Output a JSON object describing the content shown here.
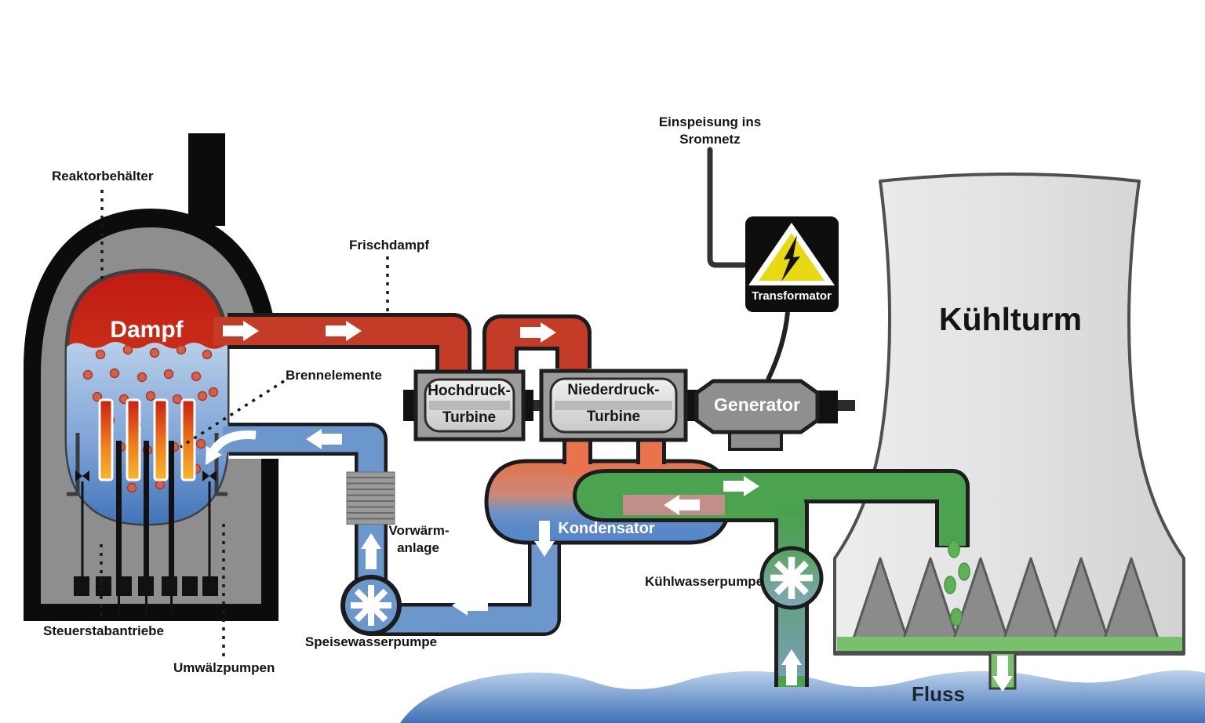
{
  "diagram": {
    "type": "nuclear-power-plant-schematic",
    "reactor": {
      "vessel_label": "Reaktorbehälter",
      "steam_label": "Dampf",
      "fuel_label": "Brennelemente",
      "control_rod_drives_label": "Steuerstabantriebe",
      "circulation_pumps_label": "Umwälzpumpen"
    },
    "steam_line_label": "Frischdampf",
    "hp_turbine": {
      "line1": "Hochdruck-",
      "line2": "Turbine"
    },
    "lp_turbine": {
      "line1": "Niederdruck-",
      "line2": "Turbine"
    },
    "generator_label": "Generator",
    "transformer": {
      "label": "Transformator",
      "grid_line1": "Einspeisung ins",
      "grid_line2": "Sromnetz"
    },
    "condenser_label": "Kondensator",
    "preheater": {
      "line1": "Vorwärm-",
      "line2": "anlage"
    },
    "feedwater_pump_label": "Speisewasserpumpe",
    "cooling_pump_label": "Kühlwasserpumpe",
    "cooling_tower_label": "Kühlturm",
    "river_label": "Fluss",
    "icons": {
      "pump": "asterisk-impeller-icon",
      "transformer_warning": "high-voltage-triangle-icon",
      "flow_arrow": "white-block-arrow-icon",
      "valve": "bowtie-valve-icon"
    },
    "colors": {
      "steam_pipe_red": "#c43b28",
      "steam_hot_top": "#c11b14",
      "feedwater_blue": "#6b97cc",
      "cooling_green": "#4ba34f",
      "condenser_warm": "#e2724b",
      "condenser_cold": "#5586c9",
      "containment_gray": "#8e8e8e",
      "warning_yellow": "#e9d913",
      "river_blue": "#3f72b7",
      "tower_gray": "#dedede"
    }
  }
}
